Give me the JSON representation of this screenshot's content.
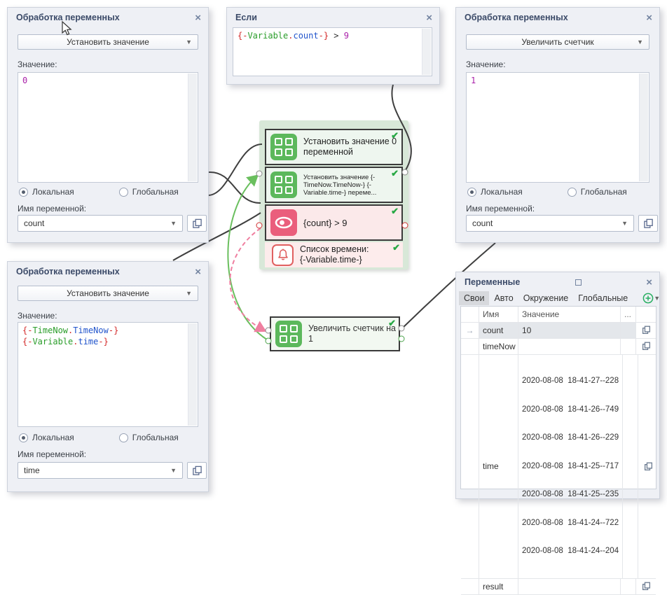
{
  "colors": {
    "brace": "#d42a2a",
    "namespace": "#2a9d2a",
    "property": "#2255cc",
    "number": "#aa22aa",
    "operator": "#333333",
    "icon_green": "#5cb85c",
    "icon_pink": "#ea5e7c",
    "bell_red": "#e06060",
    "check_green": "#27a844",
    "wire_black": "#3f3f3f",
    "wire_green": "#6abf5e",
    "wire_pink": "#ef7fa0",
    "group_bg": "#d8e8d8"
  },
  "panel_top_left": {
    "title": "Обработка переменных",
    "close_label": "×",
    "action": "Установить значение",
    "value_label": "Значение:",
    "code_lines": [
      [
        [
          "0",
          "number"
        ]
      ]
    ],
    "radio_local": "Локальная",
    "radio_global": "Глобальная",
    "name_label": "Имя переменной:",
    "variable_name": "count"
  },
  "panel_bottom_left": {
    "title": "Обработка переменных",
    "close_label": "×",
    "action": "Установить значение",
    "value_label": "Значение:",
    "code_lines": [
      [
        [
          "{-",
          "brace"
        ],
        [
          "TimeNow",
          "namespace"
        ],
        [
          ".",
          "brace"
        ],
        [
          "TimeNow",
          "property"
        ],
        [
          "-}",
          "brace"
        ]
      ],
      [
        [
          "{-",
          "brace"
        ],
        [
          "Variable",
          "namespace"
        ],
        [
          ".",
          "brace"
        ],
        [
          "time",
          "property"
        ],
        [
          "-}",
          "brace"
        ]
      ]
    ],
    "radio_local": "Локальная",
    "radio_global": "Глобальная",
    "name_label": "Имя переменной:",
    "variable_name": "time"
  },
  "panel_top_right": {
    "title": "Обработка переменных",
    "close_label": "×",
    "action": "Увеличить счетчик",
    "value_label": "Значение:",
    "code_lines": [
      [
        [
          "1",
          "number"
        ]
      ]
    ],
    "radio_local": "Локальная",
    "radio_global": "Глобальная",
    "name_label": "Имя переменной:",
    "variable_name": "count"
  },
  "panel_if": {
    "title": "Если",
    "close_label": "×",
    "code_lines": [
      [
        [
          "{-",
          "brace"
        ],
        [
          "Variable",
          "namespace"
        ],
        [
          ".",
          "brace"
        ],
        [
          "count",
          "property"
        ],
        [
          "-}",
          "brace"
        ],
        [
          " > ",
          "operator"
        ],
        [
          "9",
          "number"
        ]
      ]
    ]
  },
  "flow": {
    "nodes": [
      {
        "label": "Установить значение 0 переменной",
        "icon": "grid-icon",
        "status": "✔"
      },
      {
        "label": "Установить значение {-TimeNow.TimeNow-} {-Variable.time-} переме...",
        "icon": "grid-icon",
        "status": "✔"
      },
      {
        "label": "{count} > 9",
        "icon": "eye-icon",
        "status": "✔"
      },
      {
        "label": "Список времени:\n{-Variable.time-}",
        "icon": "bell-icon",
        "status": "✔"
      },
      {
        "label": "Увеличить счетчик на 1",
        "icon": "grid-icon",
        "status": "✔"
      }
    ]
  },
  "vars_panel": {
    "title": "Переменные",
    "close_label": "×",
    "tabs": [
      "Свои",
      "Авто",
      "Окружение",
      "Глобальные"
    ],
    "active_tab": "Свои",
    "add_icon": "plus-circle-icon",
    "columns": {
      "name": "Имя",
      "value": "Значение",
      "more": "..."
    },
    "row_indicator": "→",
    "rows": [
      {
        "name": "count",
        "value": "10",
        "selected": true
      },
      {
        "name": "timeNow",
        "value": ""
      },
      {
        "name": "time",
        "value": "",
        "value_lines": [
          "2020-08-08  18-41-27--228",
          "2020-08-08  18-41-26--749",
          "2020-08-08  18-41-26--229",
          "2020-08-08  18-41-25--717",
          "2020-08-08  18-41-25--235",
          "2020-08-08  18-41-24--722",
          "2020-08-08  18-41-24--204"
        ]
      },
      {
        "name": "result",
        "value": ""
      }
    ]
  }
}
